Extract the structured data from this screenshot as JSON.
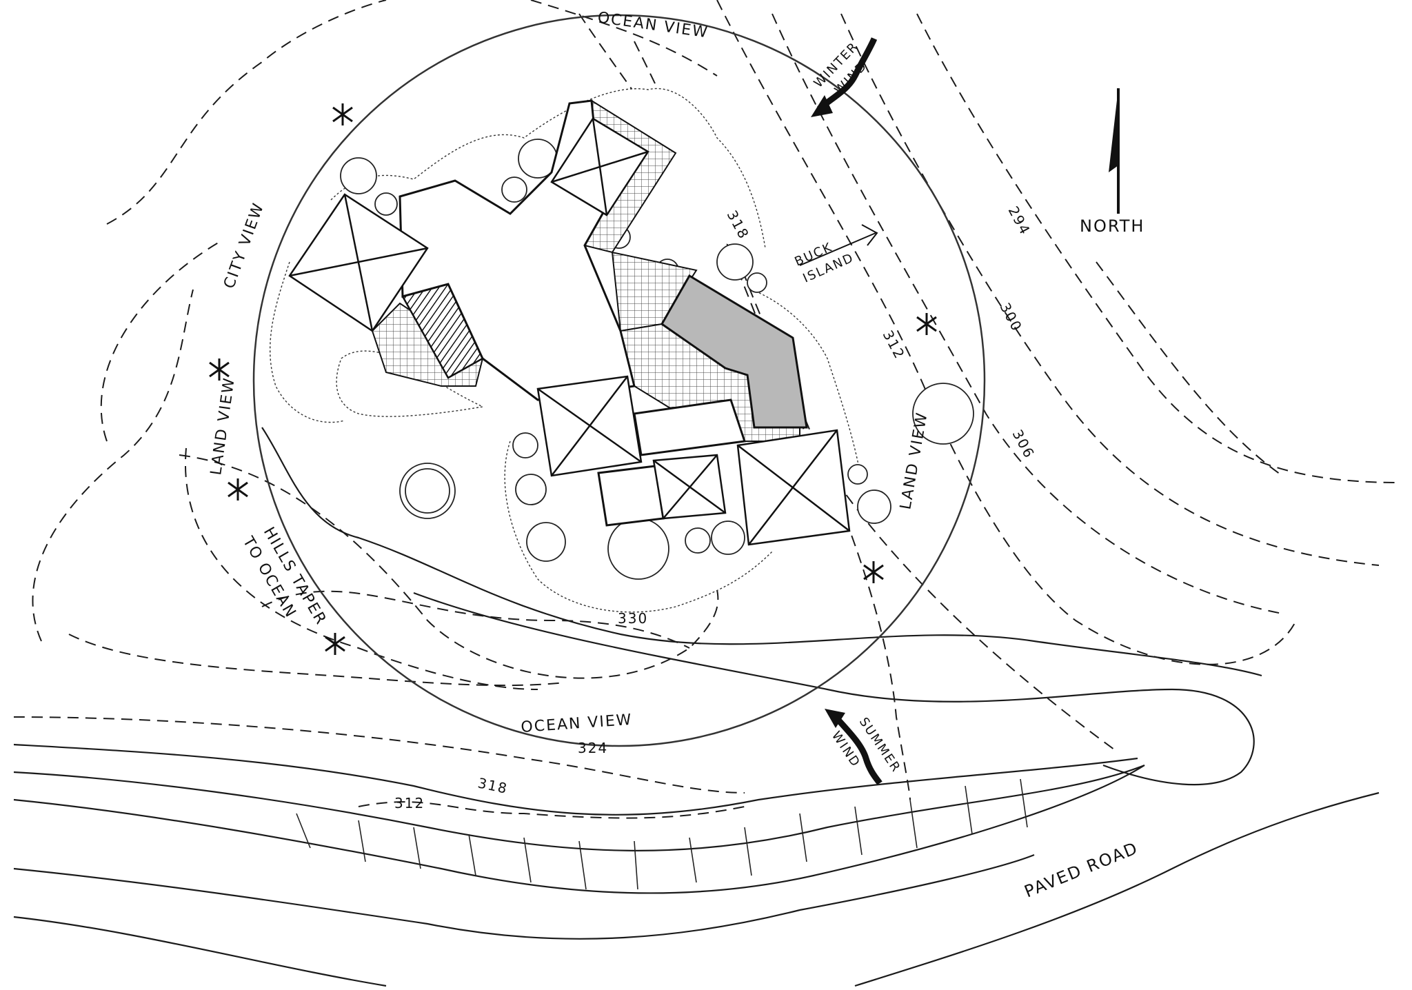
{
  "labels": {
    "ocean_view_top": "OCEAN VIEW",
    "ocean_view_bottom": "OCEAN VIEW",
    "city_view": "CITY VIEW",
    "land_view_left": "LAND VIEW",
    "land_view_right": "LAND VIEW",
    "hills_taper": "HILLS TAPER",
    "to_ocean": "TO OCEAN",
    "winter": "WINTER",
    "winter_wind": "WIND",
    "summer": "SUMMER",
    "summer_wind": "WIND",
    "buck": "BUCK",
    "island": "ISLAND",
    "north": "NORTH",
    "paved_road": "PAVED ROAD"
  },
  "contours": {
    "c294": "294",
    "c300": "300",
    "c306": "306",
    "c312_right": "312",
    "c318_right": "318",
    "c330": "330",
    "c324": "324",
    "c318_bottom": "318",
    "c312_bottom": "312"
  },
  "colors": {
    "ink": "#111111",
    "pool": "#b8b8b8",
    "paper": "#ffffff"
  }
}
